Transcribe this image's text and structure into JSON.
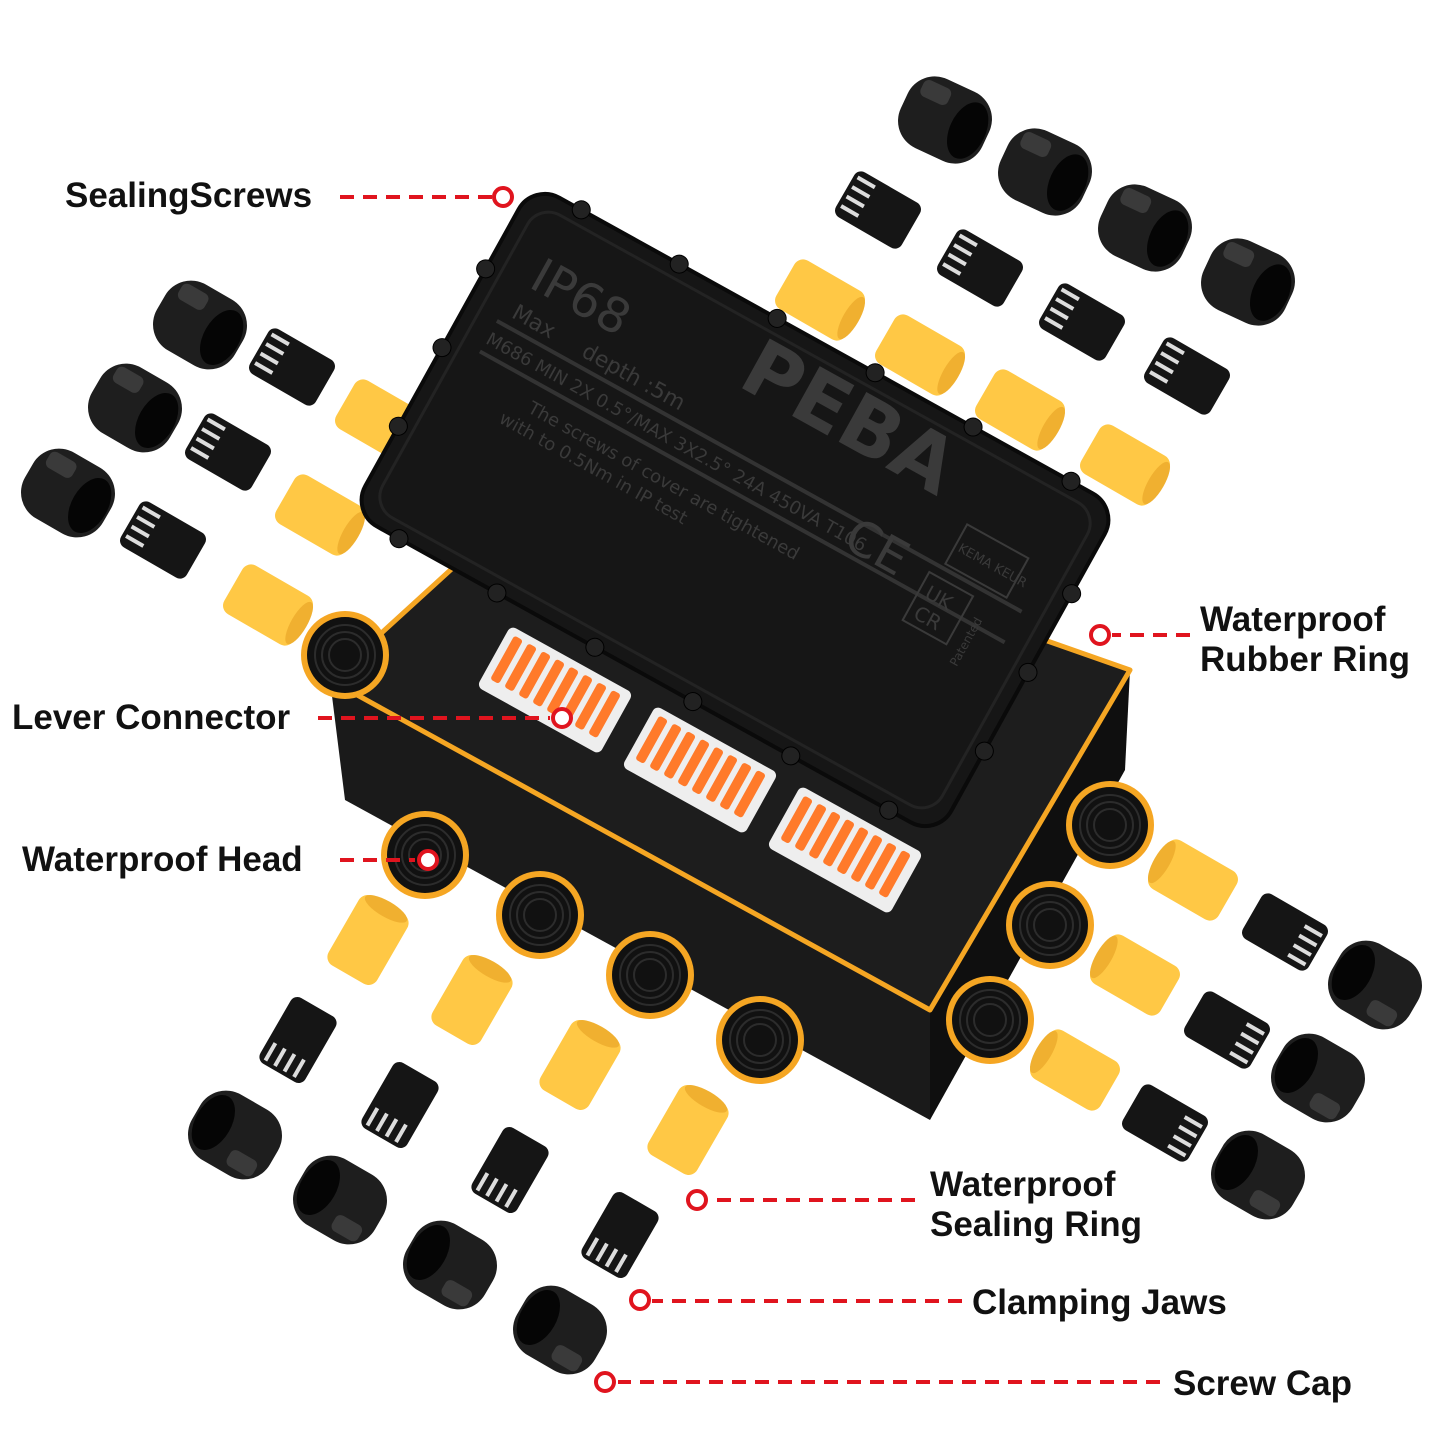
{
  "callouts": {
    "sealing_screws": "SealingScrews",
    "rubber_ring_line1": "Waterproof",
    "rubber_ring_line2": "Rubber Ring",
    "lever_connector": "Lever Connector",
    "waterproof_head": "Waterproof Head",
    "sealing_ring_line1": "Waterproof",
    "sealing_ring_line2": "Sealing Ring",
    "clamping_jaws": "Clamping Jaws",
    "screw_cap": "Screw Cap"
  },
  "lid": {
    "brand": "PEBA",
    "rating": "IP68",
    "max_label": "Max",
    "depth": "depth :5m",
    "spec": "M686 MIN 2X 0.5°/MAX 3X2.5°   24A 450VA   T106",
    "screws_line1": "The screws of cover are tightened",
    "screws_line2": "with to 0.5Nm in IP test",
    "ce_mark": "CE",
    "kema_mark": "KEMA KEUR",
    "ukca_line1": "UK",
    "ukca_line2": "CR",
    "patented": "Patented"
  },
  "colors": {
    "accent_red": "#e0141e",
    "housing": "#141414",
    "rim_orange": "#f5a623",
    "seal_yellow": "#ffc845",
    "lever_orange": "#ff7a2a"
  }
}
